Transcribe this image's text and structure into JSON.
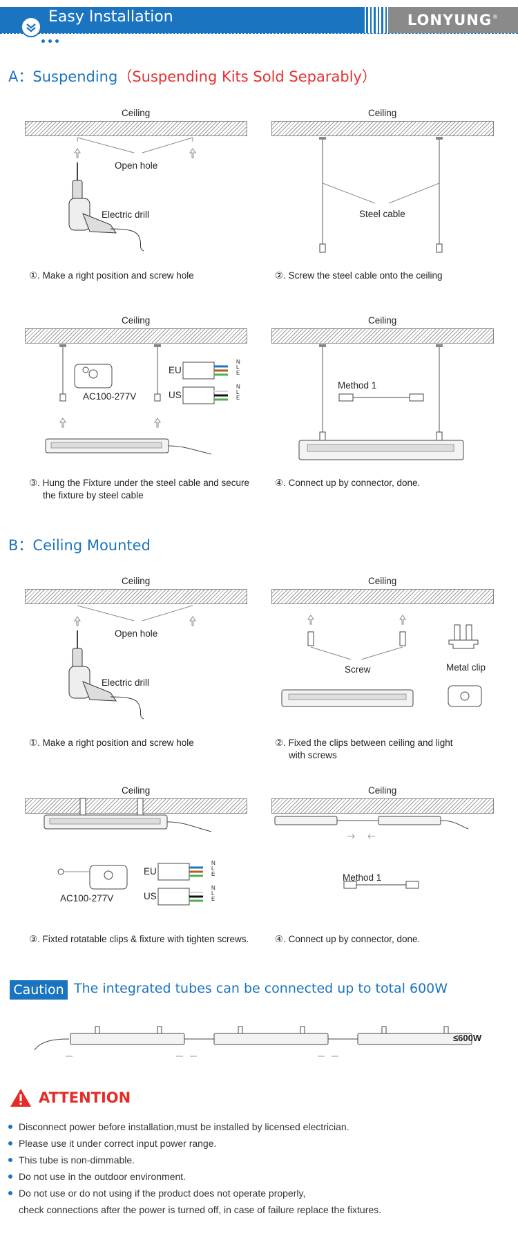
{
  "header": {
    "title": "Easy Installation",
    "brand": "LONYUNG",
    "brand_mark": "®"
  },
  "section_a": {
    "prefix": "A：",
    "title": "Suspending",
    "note": "（Suspending Kits Sold Separably）"
  },
  "section_b": {
    "prefix": "B：",
    "title": "Ceiling Mounted"
  },
  "labels": {
    "ceiling": "Ceiling",
    "open_hole": "Open hole",
    "electric_drill": "Electric drill",
    "steel_cable": "Steel cable",
    "eu": "EU",
    "us": "US",
    "voltage": "AC100-277V",
    "method1": "Method 1",
    "screw": "Screw",
    "metal_clip": "Metal clip",
    "n": "N",
    "l": "L",
    "e": "E"
  },
  "steps_a": {
    "s1": "①. Make a right position and screw hole",
    "s2": "②. Screw the steel cable onto the ceiling",
    "s3a": "③. Hung the Fixture under the steel cable and secure",
    "s3b": "the fixture by steel cable",
    "s4": "④. Connect up by connector, done."
  },
  "steps_b": {
    "s1": "①. Make a right position and screw hole",
    "s2a": "②. Fixed the clips between ceiling and light",
    "s2b": "with screws",
    "s3": "③. Fixted rotatable clips & fixture with tighten screws.",
    "s4": "④. Connect up by connector, done."
  },
  "caution": {
    "label": "Caution",
    "text": "The integrated tubes can be connected up to total 600W",
    "max": "≤600W"
  },
  "attention": {
    "title": "ATTENTION",
    "items": [
      "Disconnect power before installation,must be installed by licensed electrician.",
      "Please use it under correct input power range.",
      "This tube is non-dimmable.",
      "Do not use in the outdoor environment.",
      "Do not use or do not using if the product does not operate properly,",
      "check connections after the power is turned off, in case of failure replace the fixtures."
    ]
  },
  "colors": {
    "accent": "#1a74bf",
    "alert": "#e52b25",
    "brand_bg": "#8a8a8a"
  }
}
